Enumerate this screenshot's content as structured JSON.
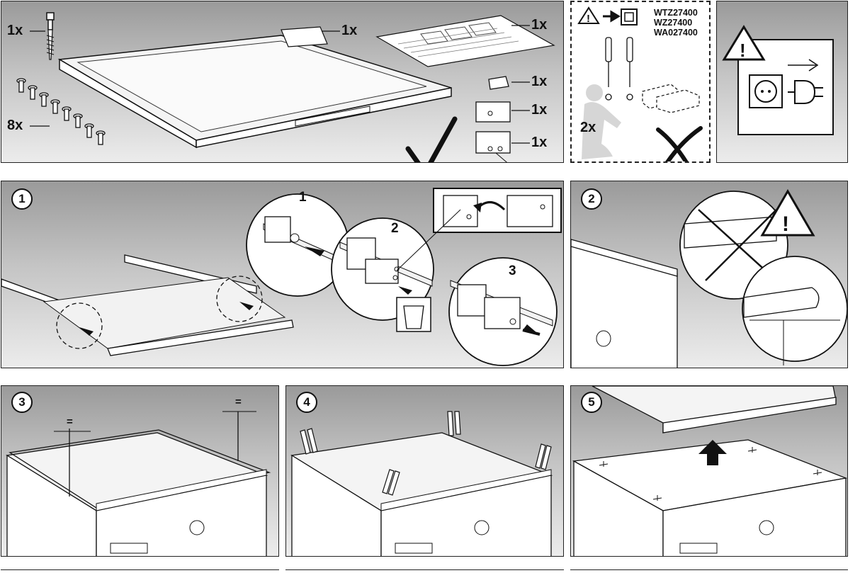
{
  "top": {
    "qty_pin": "1x",
    "qty_frame": "1x",
    "qty_sheet": "1x",
    "qty_screws": "8x",
    "qty_clip": "1x",
    "qty_bracket_a": "1x",
    "qty_bracket_b": "1x"
  },
  "tools": {
    "qty_people": "2x",
    "models": [
      "WTZ27400",
      "WZ27400",
      "WA027400"
    ]
  },
  "steps": {
    "s1": "1",
    "s2": "2",
    "s3": "3",
    "s4": "4",
    "s5": "5"
  },
  "detail": {
    "d1": "1",
    "d2": "2",
    "d3": "3"
  },
  "step3": {
    "equal_left": "=",
    "equal_right": "="
  }
}
